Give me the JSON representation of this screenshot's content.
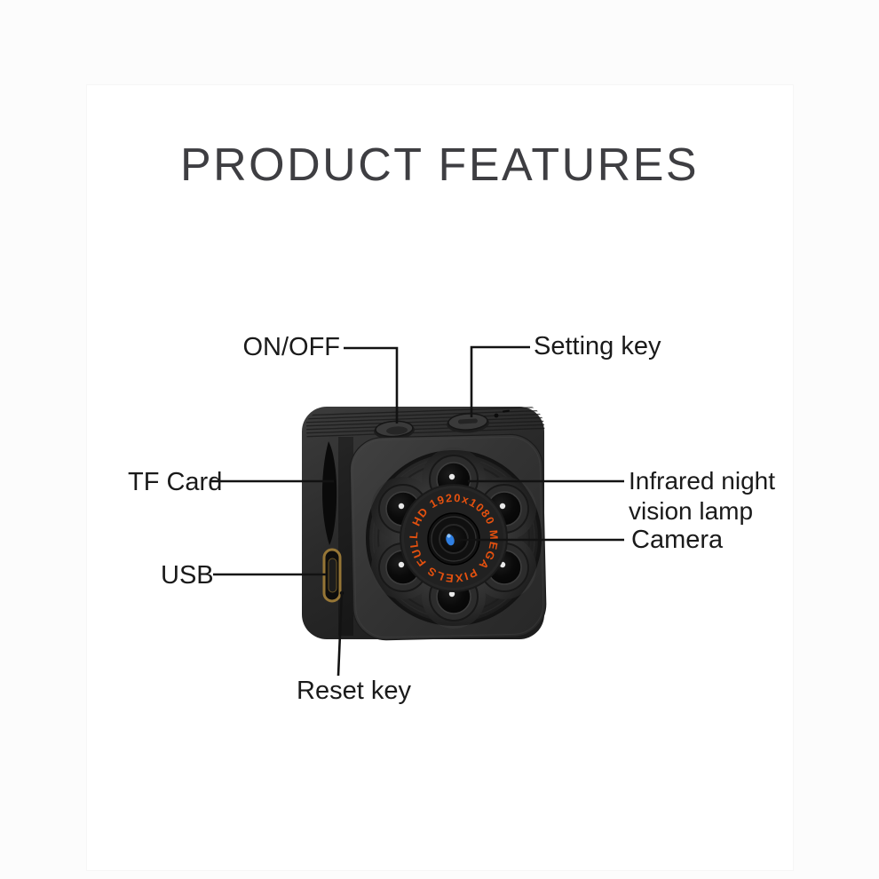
{
  "title": "PRODUCT FEATURES",
  "device": {
    "name": "mini cube camera, front-left view",
    "ring_text": "FULL HD 1920x1080 MEGA PIXELS"
  },
  "callouts": {
    "on_off": "ON/OFF",
    "setting_key": "Setting key",
    "tf_card": "TF Card",
    "usb": "USB",
    "infrared": "Infrared night vision lamp",
    "camera": "Camera",
    "reset_key": "Reset key"
  },
  "colors": {
    "ring_orange": "#e5510f",
    "lens_glint_blue": "#2f7fe2",
    "glint_highlight": "#8ec4ff",
    "usb_gold": "#967636",
    "leader_line": "#121212",
    "label_text": "#1a1a1a",
    "title_text": "#3e3e42",
    "body_dark": "#2b2b2b"
  }
}
